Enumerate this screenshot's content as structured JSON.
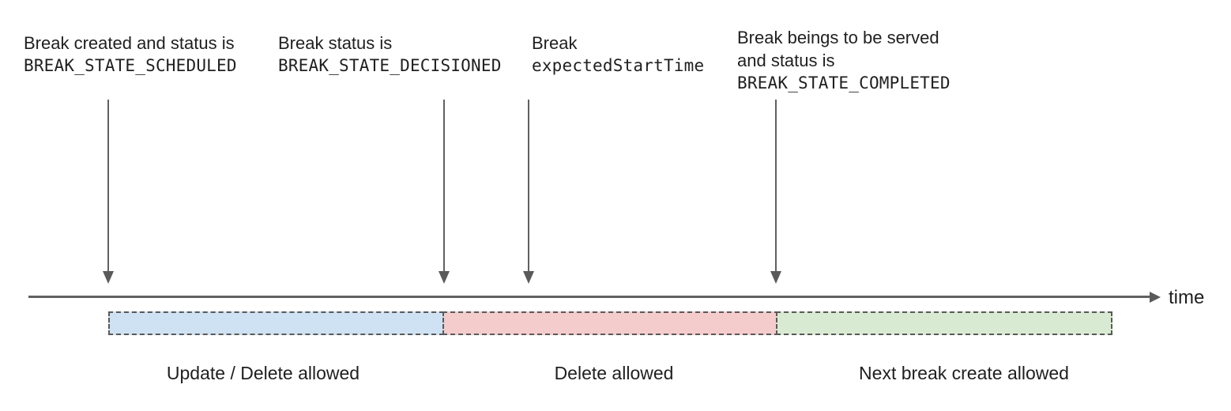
{
  "annotations": {
    "scheduled": {
      "line1": "Break created and status is",
      "line2": "BREAK_STATE_SCHEDULED"
    },
    "decisioned": {
      "line1": "Break status is",
      "line2": "BREAK_STATE_DECISIONED"
    },
    "expected_start_time": {
      "line1": "Break",
      "line2": "expectedStartTime"
    },
    "completed": {
      "line1": "Break beings to be served",
      "line2": "and status is",
      "line3": "BREAK_STATE_COMPLETED"
    }
  },
  "timeline": {
    "axis_label": "time",
    "line_color": "#616161"
  },
  "segments": [
    {
      "label": "Update / Delete allowed",
      "fill": "#cfe2f3"
    },
    {
      "label": "Delete allowed",
      "fill": "#f4cccc"
    },
    {
      "label": "Next break create allowed",
      "fill": "#d9ead3"
    }
  ]
}
